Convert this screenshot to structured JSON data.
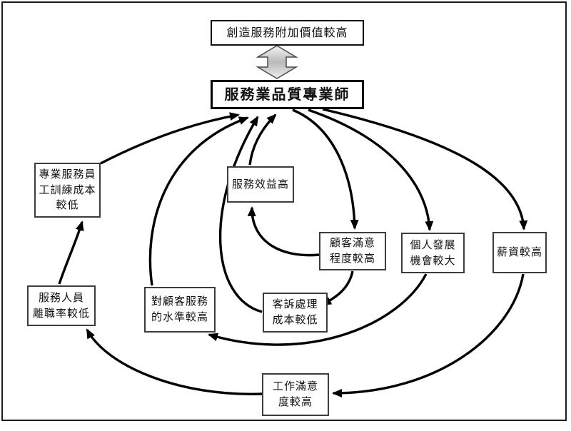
{
  "diagram": {
    "title_box": "創造服務附加價值較高",
    "main_box": "服務業品質專業師",
    "nodes": {
      "training_cost": "專業服務員\n工訓練成本\n較低",
      "service_benefit": "服務效益高",
      "customer_satisfaction": "顧客滿意\n程度較高",
      "personal_development": "個人發展\n機會較大",
      "salary": "薪資較高",
      "turnover": "服務人員\n離職率較低",
      "service_level": "對顧客服務\n的水準較高",
      "complaint_cost": "客訴處理\n成本較低",
      "job_satisfaction": "工作滿意\n度較高"
    },
    "edges": [
      {
        "from": "title_box",
        "to": "main_box",
        "style": "hollow-double-arrow"
      },
      {
        "from": "training_cost",
        "to": "main_box"
      },
      {
        "from": "service_level",
        "to": "main_box"
      },
      {
        "from": "complaint_cost",
        "to": "main_box"
      },
      {
        "from": "service_benefit",
        "to": "main_box"
      },
      {
        "from": "main_box",
        "to": "customer_satisfaction"
      },
      {
        "from": "main_box",
        "to": "personal_development"
      },
      {
        "from": "main_box",
        "to": "salary"
      },
      {
        "from": "customer_satisfaction",
        "to": "service_benefit"
      },
      {
        "from": "customer_satisfaction",
        "to": "complaint_cost"
      },
      {
        "from": "personal_development",
        "to": "service_level"
      },
      {
        "from": "salary",
        "to": "job_satisfaction"
      },
      {
        "from": "job_satisfaction",
        "to": "turnover"
      },
      {
        "from": "turnover",
        "to": "training_cost"
      }
    ],
    "colors": {
      "line": "#000000",
      "box_border": "#3d3d3d",
      "main_border": "#000000",
      "background": "#ffffff",
      "connector_fill_light": "#f5f5f5",
      "connector_fill_dark": "#b9b9b9"
    }
  }
}
